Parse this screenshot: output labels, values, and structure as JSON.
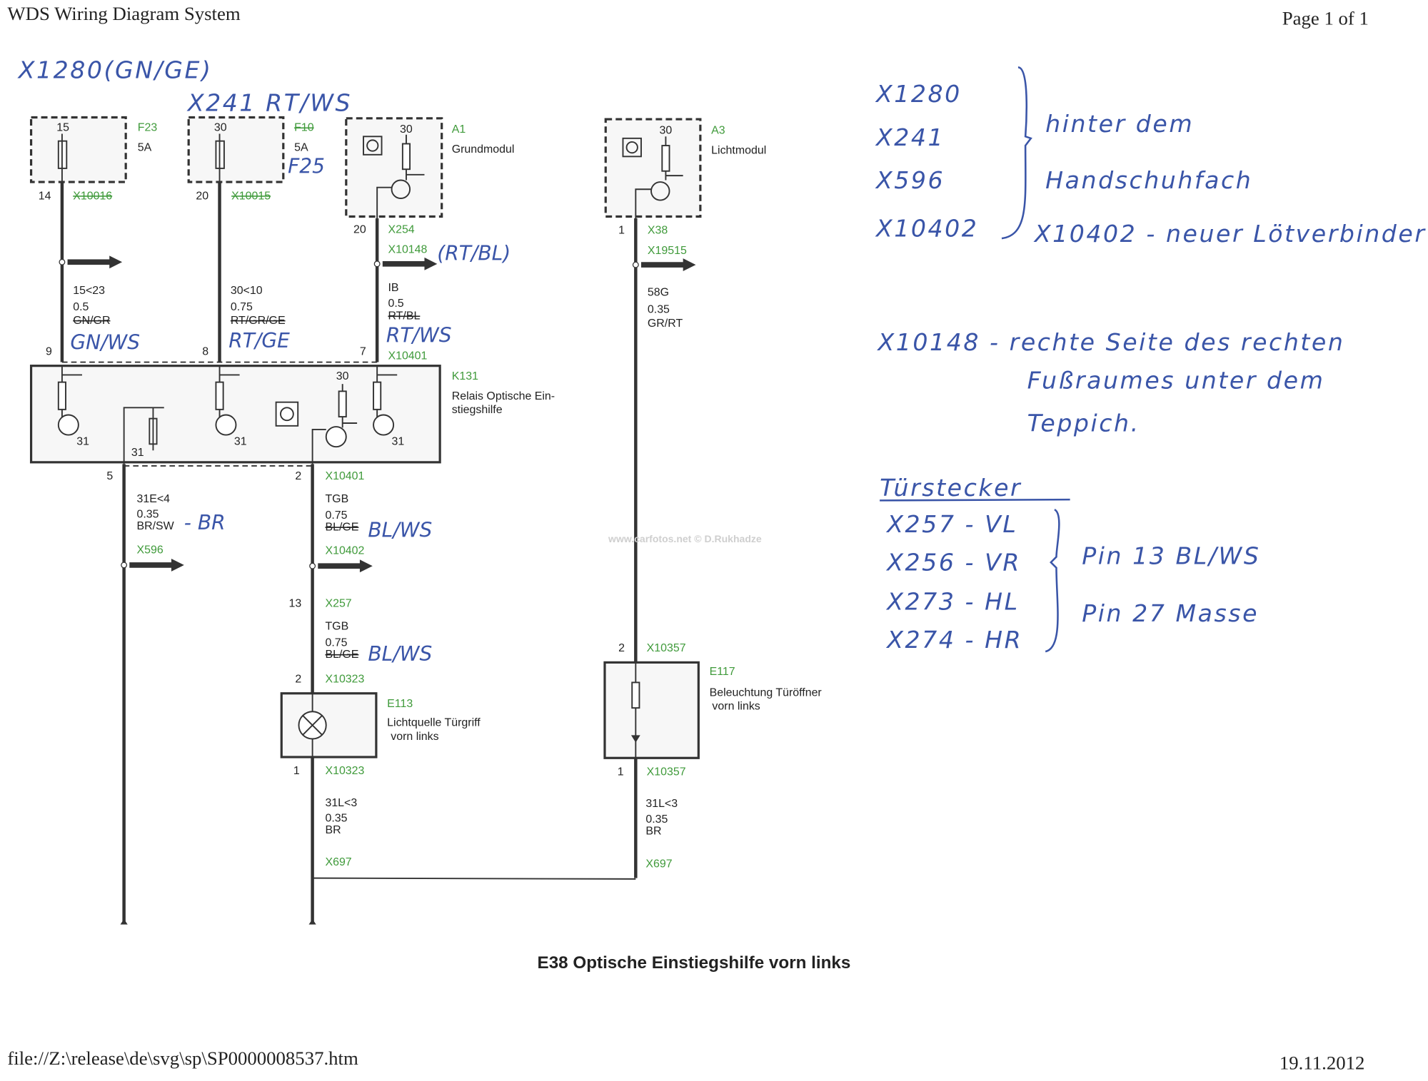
{
  "header": {
    "title": "WDS Wiring Diagram System",
    "page": "Page 1 of 1"
  },
  "footer": {
    "path": "file://Z:\\release\\de\\svg\\sp\\SP0000008537.htm",
    "date": "19.11.2012"
  },
  "diagram_title": "E38 Optische Einstiegshilfe vorn links",
  "watermark": "www.carfotos.net © D.Rukhadze",
  "components": {
    "f23": {
      "id": "F23",
      "pin_top": "15",
      "rating": "5A",
      "pin": "14",
      "connector": "X10016"
    },
    "f10": {
      "id": "F10",
      "pin_top": "30",
      "rating": "5A",
      "pin": "20",
      "connector": "X10015"
    },
    "a1": {
      "id": "A1",
      "name": "Grundmodul",
      "pin_top": "30",
      "pin": "20",
      "connector": "X254",
      "splice": "X10148"
    },
    "a3": {
      "id": "A3",
      "name": "Lichtmodul",
      "pin_top": "30",
      "pin": "1",
      "connector": "X38",
      "splice": "X19515"
    },
    "k131": {
      "id": "K131",
      "name": "Relais Optische Ein-",
      "name2": "stiegshilfe",
      "pin9": "9",
      "pin8": "8",
      "pin7": "7",
      "conn_top": "X10401",
      "pin30": "30",
      "gnd": "31",
      "pin5": "5",
      "pin2": "2",
      "conn_bottom": "X10401"
    },
    "e113": {
      "id": "E113",
      "name": "Lichtquelle Türgriff",
      "name2": "vorn links",
      "pin_top": "2",
      "conn_top": "X10323",
      "pin_bottom": "1",
      "conn_bottom": "X10323"
    },
    "e117": {
      "id": "E117",
      "name": "Beleuchtung Türöffner",
      "name2": "vorn links",
      "pin_top": "2",
      "conn_top": "X10357",
      "pin_bottom": "1",
      "conn_bottom": "X10357"
    }
  },
  "wires": {
    "w1": {
      "code": "15<23",
      "size": "0.5",
      "color": "GN/GR"
    },
    "w2": {
      "code": "30<10",
      "size": "0.75",
      "color": "RT/GR/GE"
    },
    "w3": {
      "code": "IB",
      "size": "0.5",
      "color": "RT/BL"
    },
    "w4": {
      "code": "58G",
      "size": "0.35",
      "color": "GR/RT"
    },
    "w5": {
      "code": "31E<4",
      "size": "0.35",
      "color": "BR/SW",
      "splice": "X596"
    },
    "w6": {
      "code": "TGB",
      "size": "0.75",
      "color": "BL/GE",
      "splice": "X10402"
    },
    "w7": {
      "pin": "13",
      "connector": "X257",
      "code": "TGB",
      "size": "0.75",
      "color": "BL/GE"
    },
    "w8": {
      "code": "31L<3",
      "size": "0.35",
      "color": "BR",
      "splice": "X697"
    },
    "w9": {
      "code": "31L<3",
      "size": "0.35",
      "color": "BR",
      "splice": "X697"
    }
  },
  "handwritten": {
    "x1280": "X1280(GN/GE)",
    "x241": "X241 RT/WS",
    "f25": "F25",
    "rtbl": "(RT/BL)",
    "gnws": "GN/WS",
    "rtge": "RT/GE",
    "rtws": "RT/WS",
    "br": "- BR",
    "blws1": "BL/WS",
    "blws2": "BL/WS",
    "list": [
      "X1280",
      "X241",
      "X596",
      "X10402"
    ],
    "hinter1": "hinter dem",
    "hinter2": "Handschuhfach",
    "neu": "X10402 - neuer Lötverbinder",
    "x10148_1": "X10148 - rechte Seite des rechten",
    "x10148_2": "Fußraumes unter dem",
    "x10148_3": "Teppich.",
    "tuer_title": "Türstecker",
    "tuer": [
      "X257 - VL",
      "X256 - VR",
      "X273 - HL",
      "X274 - HR"
    ],
    "pin13": "Pin 13 BL/WS",
    "pin27": "Pin 27 Masse"
  }
}
